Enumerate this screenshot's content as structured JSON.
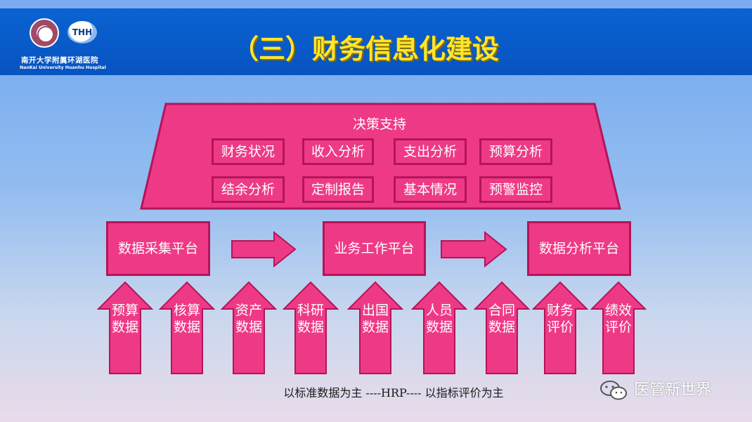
{
  "header": {
    "logo_cn": "南开大学附属环湖医院",
    "logo_en": "NanKai University Huanhu Hospital",
    "logo_badge": "THH",
    "title": "（三）财务信息化建设"
  },
  "decision": {
    "title": "决策支持",
    "items": [
      "财务状况",
      "收入分析",
      "支出分析",
      "预算分析",
      "结余分析",
      "定制报告",
      "基本情况",
      "预警监控"
    ]
  },
  "platforms": [
    "数据采集平台",
    "业务工作平台",
    "数据分析平台"
  ],
  "data_sources": [
    "预算数据",
    "核算数据",
    "资产数据",
    "科研数据",
    "出国数据",
    "人员数据",
    "合同数据",
    "财务评价",
    "绩效评价"
  ],
  "footer_note": "以标准数据为主 ----HRP----  以指标评价为主",
  "watermark": "医管新世界",
  "colors": {
    "header_blue": "#0753c0",
    "title_yellow": "#ffe62b",
    "box_pink": "#ee3a86",
    "box_border": "#b5145a"
  },
  "icons": [
    "hospital-seal-icon",
    "thh-logo-icon",
    "right-arrow-icon",
    "up-arrow-icon",
    "wechat-icon"
  ]
}
